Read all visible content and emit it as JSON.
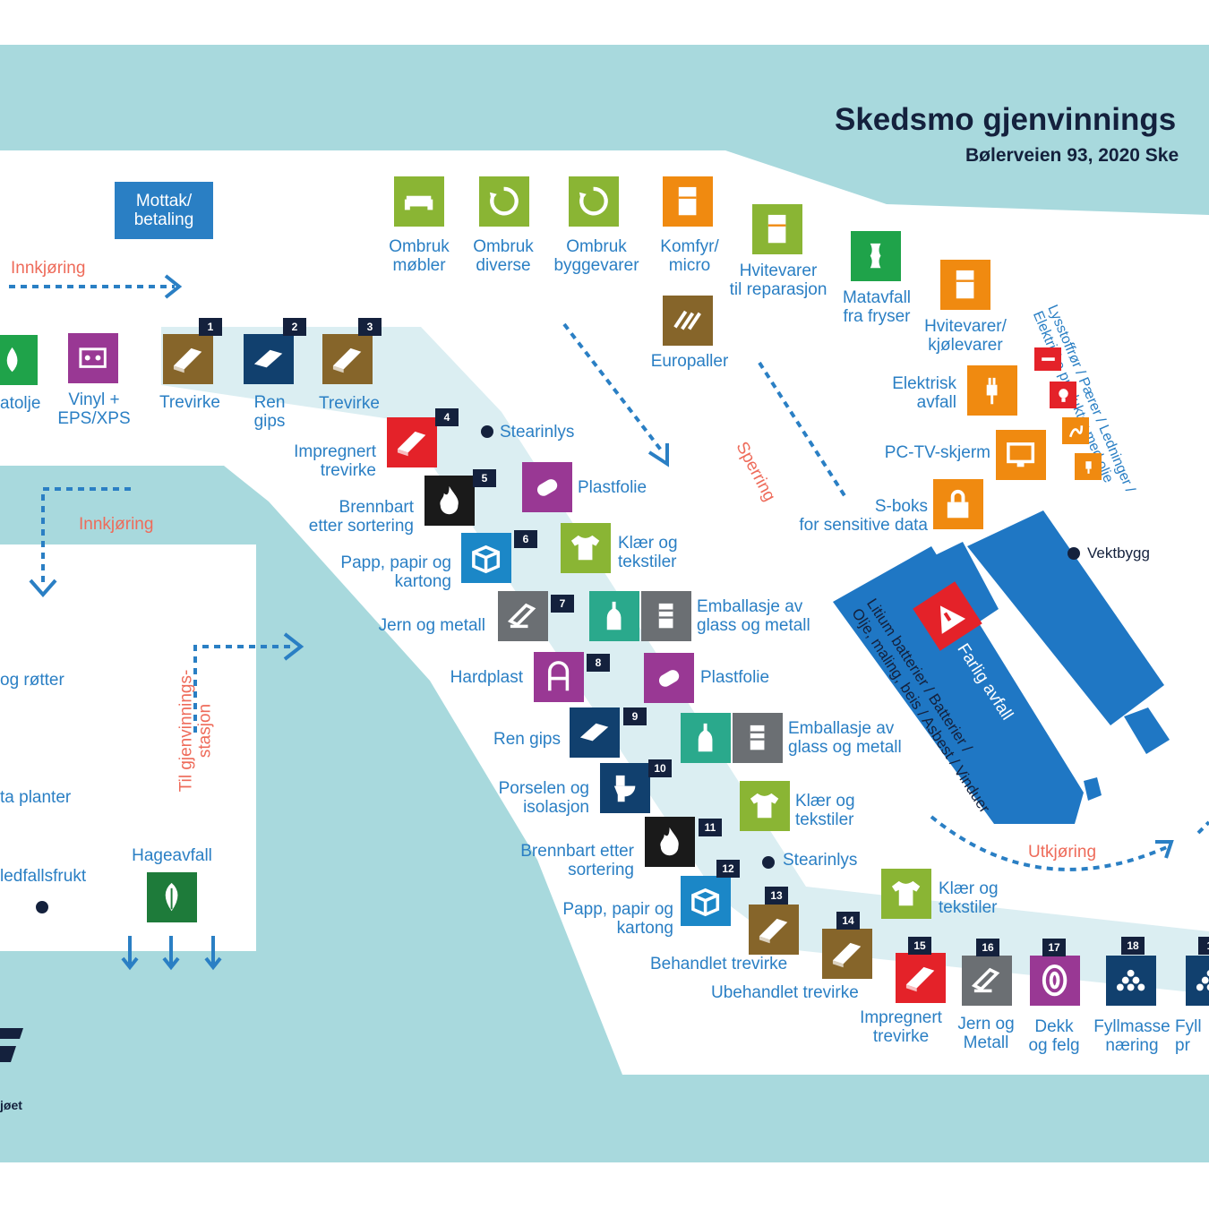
{
  "title": "Skedsmo gjenvinnings",
  "address": "Bølerveien 93, 2020 Ske",
  "reception": "Mottak/\nbetaling",
  "entry_label": "Innkjøring",
  "entry_label_2": "Innkjøring",
  "exit_label": "Utkjøring",
  "barrier_label": "Sperring",
  "to_station_label": "Til gjenvinnings-\nstasjon",
  "scale_building": "Vektbygg",
  "hazard_label": "Farlig avfall",
  "hazard_sub": "Litium batterier / Batterier /\nOlje, maling, beis / Asbest / Vinduer",
  "lamps_label": "Lysstoffrør / Pærer / Ledninger /\nElektriske produkter med olje",
  "logo_text": "jøet",
  "colors": {
    "water": "#a8d9dd",
    "brown": "#86652a",
    "navy": "#11406e",
    "red": "#e42229",
    "black": "#1a1a1a",
    "blue": "#1b87c7",
    "gray": "#6b6f73",
    "purple": "#993894",
    "teal": "#2aa98c",
    "green_olive": "#8ab534",
    "orange": "#f08a10",
    "green_bright": "#1fa34a",
    "green_dark": "#1e7b3a",
    "building": "#1f77c4"
  },
  "stations": [
    {
      "id": "ombruk-mobler",
      "label": "Ombruk\nmøbler",
      "color": "green_olive",
      "icon": "sofa-icon"
    },
    {
      "id": "ombruk-diverse",
      "label": "Ombruk\ndiverse",
      "color": "green_olive",
      "icon": "recycle-icon"
    },
    {
      "id": "ombruk-byggevarer",
      "label": "Ombruk\nbyggevarer",
      "color": "green_olive",
      "icon": "recycle-icon"
    },
    {
      "id": "komfyr-micro",
      "label": "Komfyr/\nmicro",
      "color": "orange",
      "icon": "fridge-icon"
    },
    {
      "id": "hvitevarer-reparasjon",
      "label": "Hvitevarer\ntil reparasjon",
      "color": "green_olive",
      "icon": "fridge-icon"
    },
    {
      "id": "matavfall-fryser",
      "label": "Matavfall\nfra fryser",
      "color": "green_bright",
      "icon": "apple-core-icon"
    },
    {
      "id": "hvitevarer-kjolevarer",
      "label": "Hvitevarer/\nkjølevarer",
      "color": "orange",
      "icon": "fridge-icon"
    },
    {
      "id": "europaller",
      "label": "Europaller",
      "color": "brown",
      "icon": "pallet-icon"
    },
    {
      "id": "elektrisk-avfall",
      "label": "Elektrisk\navfall",
      "color": "orange",
      "icon": "plug-icon"
    },
    {
      "id": "pc-tv-skjerm",
      "label": "PC-TV-skjerm",
      "color": "orange",
      "icon": "monitor-icon"
    },
    {
      "id": "s-boks",
      "label": "S-boks\nfor sensitive data",
      "color": "orange",
      "icon": "lock-icon"
    },
    {
      "id": "matolje",
      "label": "atolje",
      "color": "green_bright",
      "icon": "drop-icon"
    },
    {
      "id": "vinyl-eps",
      "label": "Vinyl +\nEPS/XPS",
      "color": "purple",
      "icon": "foam-icon"
    },
    {
      "id": "trevirke-1",
      "label": "Trevirke",
      "color": "brown",
      "icon": "wood-icon",
      "num": "1"
    },
    {
      "id": "ren-gips-2",
      "label": "Ren\ngips",
      "color": "navy",
      "icon": "board-icon",
      "num": "2"
    },
    {
      "id": "trevirke-3",
      "label": "Trevirke",
      "color": "brown",
      "icon": "wood-icon",
      "num": "3"
    },
    {
      "id": "impregnert-4",
      "label": "Impregnert\ntrevirke",
      "color": "red",
      "icon": "wood-icon",
      "num": "4"
    },
    {
      "id": "brennbart-5",
      "label": "Brennbart\netter sortering",
      "color": "black",
      "icon": "flame-icon",
      "num": "5"
    },
    {
      "id": "papp-6",
      "label": "Papp, papir og\nkartong",
      "color": "blue",
      "icon": "box-icon",
      "num": "6"
    },
    {
      "id": "jern-7",
      "label": "Jern og metall",
      "color": "gray",
      "icon": "metal-icon",
      "num": "7"
    },
    {
      "id": "hardplast-8",
      "label": "Hardplast",
      "color": "purple",
      "icon": "chair-icon",
      "num": "8"
    },
    {
      "id": "ren-gips-9",
      "label": "Ren gips",
      "color": "navy",
      "icon": "board-icon",
      "num": "9"
    },
    {
      "id": "porselen-10",
      "label": "Porselen og\nisolasjon",
      "color": "navy",
      "icon": "toilet-icon",
      "num": "10"
    },
    {
      "id": "brennbart-11",
      "label": "Brennbart etter\nsortering",
      "color": "black",
      "icon": "flame-icon",
      "num": "11"
    },
    {
      "id": "papp-12",
      "label": "Papp, papir og\nkartong",
      "color": "blue",
      "icon": "box-icon",
      "num": "12"
    },
    {
      "id": "behandlet-13",
      "label": "Behandlet trevirke",
      "color": "brown",
      "icon": "wood-icon",
      "num": "13"
    },
    {
      "id": "ubehandlet-14",
      "label": "Ubehandlet trevirke",
      "color": "brown",
      "icon": "wood-icon",
      "num": "14"
    },
    {
      "id": "impregnert-15",
      "label": "Impregnert\ntrevirke",
      "color": "red",
      "icon": "wood-icon",
      "num": "15"
    },
    {
      "id": "jern-16",
      "label": "Jern og\nMetall",
      "color": "gray",
      "icon": "metal-icon",
      "num": "16"
    },
    {
      "id": "dekk-17",
      "label": "Dekk\nog felg",
      "color": "purple",
      "icon": "tire-icon",
      "num": "17"
    },
    {
      "id": "fyllmasse-18",
      "label": "Fyllmasse\nnæring",
      "color": "navy",
      "icon": "rubble-icon",
      "num": "18"
    },
    {
      "id": "fyllmasse-19",
      "label": "Fyll\npr",
      "color": "navy",
      "icon": "rubble-icon",
      "num": "1"
    },
    {
      "id": "stearinlys-1",
      "label": "Stearinlys"
    },
    {
      "id": "stearinlys-2",
      "label": "Stearinlys"
    },
    {
      "id": "plastfolie-1",
      "label": "Plastfolie",
      "color": "purple",
      "icon": "roll-icon"
    },
    {
      "id": "plastfolie-2",
      "label": "Plastfolie",
      "color": "purple",
      "icon": "roll-icon"
    },
    {
      "id": "klaer-1",
      "label": "Klær og\ntekstiler",
      "color": "green_olive",
      "icon": "shirt-icon"
    },
    {
      "id": "klaer-2",
      "label": "Klær og\ntekstiler",
      "color": "green_olive",
      "icon": "shirt-icon"
    },
    {
      "id": "klaer-3",
      "label": "Klær og\ntekstiler",
      "color": "green_olive",
      "icon": "shirt-icon"
    },
    {
      "id": "emballasje-1",
      "label": "Emballasje av\nglass og metall",
      "color": "teal",
      "icon": "bottle-icon"
    },
    {
      "id": "emballasje-2",
      "label": "Emballasje av\nglass og metall",
      "color": "teal",
      "icon": "bottle-icon"
    },
    {
      "id": "hageavfall",
      "label": "Hageavfall",
      "color": "green_dark",
      "icon": "leaf-icon"
    },
    {
      "id": "rotter",
      "label": "og røtter"
    },
    {
      "id": "planter",
      "label": "ta planter"
    },
    {
      "id": "fallfrukt",
      "label": "ledfallsfrukt"
    }
  ]
}
